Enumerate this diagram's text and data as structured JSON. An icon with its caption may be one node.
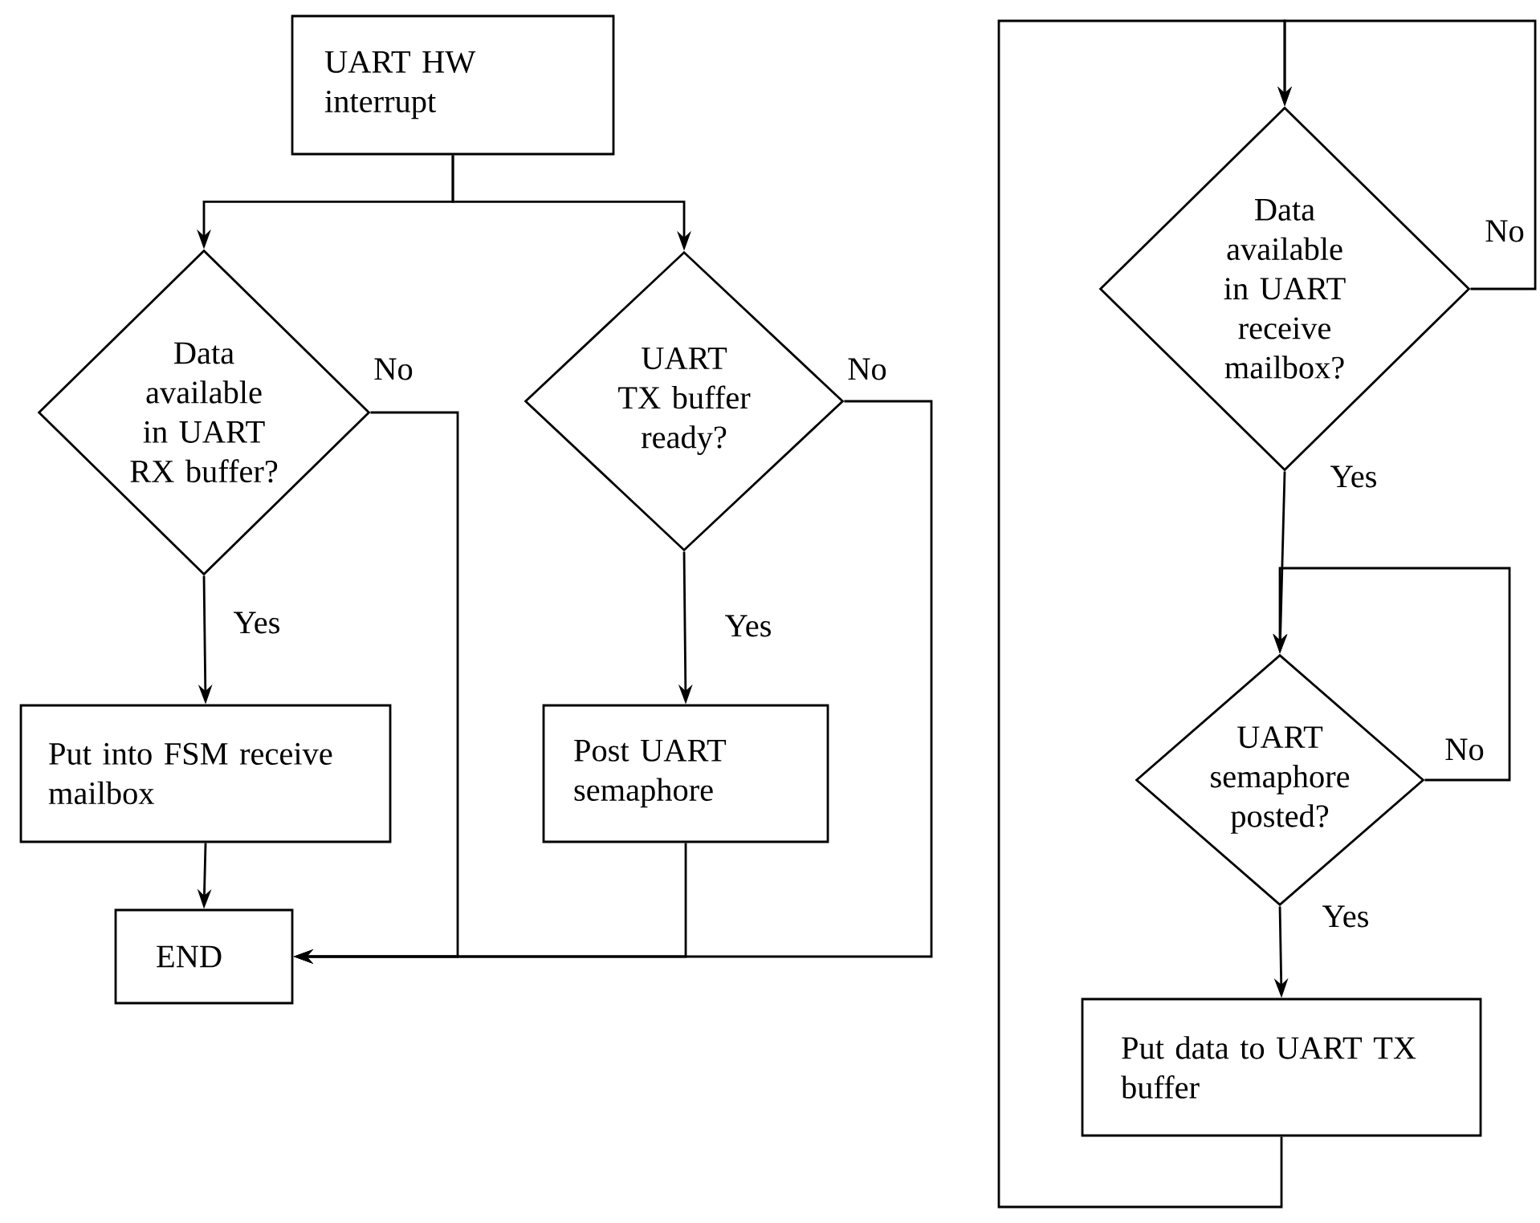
{
  "diagram": {
    "nodes": [
      {
        "text": [
          "UART HW interrupt"
        ]
      },
      {
        "text": [
          "Data available in UART RX buffer?"
        ]
      },
      {
        "text": [
          "UART TX buffer ready?"
        ]
      },
      {
        "text": [
          "Put into FSM receive mailbox"
        ]
      },
      {
        "text": [
          "Post UART semaphore"
        ]
      },
      {
        "text": [
          "END"
        ]
      },
      {
        "text": [
          "Data available in UART receive mailbox?"
        ]
      },
      {
        "text": [
          "UART semaphore posted?"
        ]
      },
      {
        "text": [
          "Put data to UART TX buffer"
        ]
      }
    ],
    "edges": [
      {
        "from": 0,
        "to": 1,
        "arrow": "to"
      },
      {
        "from": 0,
        "to": 2,
        "arrow": "to"
      },
      {
        "from": 1,
        "to": 3,
        "arrow": "to",
        "label": "Yes"
      },
      {
        "from": 1,
        "to": 5,
        "arrow": "to",
        "label": "No"
      },
      {
        "from": 2,
        "to": 4,
        "arrow": "to",
        "label": "Yes"
      },
      {
        "from": 2,
        "to": 5,
        "arrow": "to",
        "label": "No"
      },
      {
        "from": 3,
        "to": 5,
        "arrow": "to"
      },
      {
        "from": 4,
        "to": 5,
        "arrow": "to"
      },
      {
        "from": 8,
        "to": 6,
        "arrow": "to"
      },
      {
        "from": 6,
        "to": 6,
        "arrow": "to",
        "label": "No"
      },
      {
        "from": 6,
        "to": 7,
        "arrow": "to",
        "label": "Yes"
      },
      {
        "from": 7,
        "to": 7,
        "arrow": "to",
        "label": "No"
      },
      {
        "from": 7,
        "to": 8,
        "arrow": "to",
        "label": "Yes"
      }
    ]
  }
}
